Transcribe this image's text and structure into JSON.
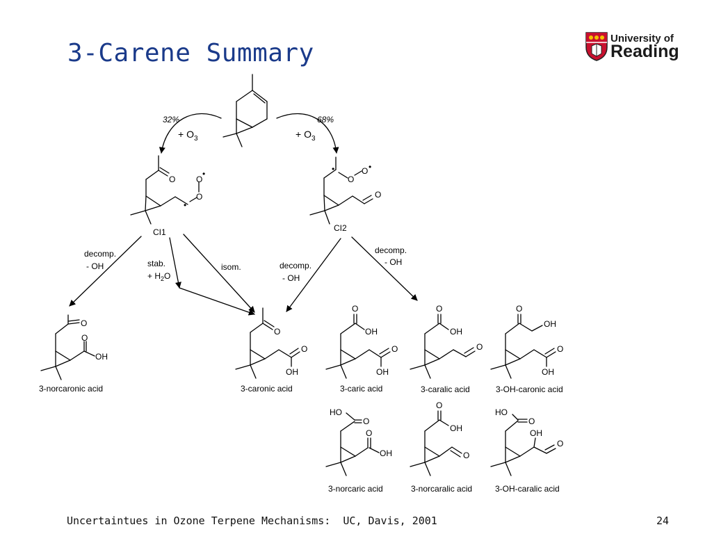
{
  "slide": {
    "title": "3-Carene Summary",
    "footer": "Uncertaintues in Ozone Terpene Mechanisms:  UC, Davis, 2001",
    "page_number": "24"
  },
  "logo": {
    "line1": "University of",
    "line2": "Reading"
  },
  "pathways": {
    "left": {
      "yield": "32%",
      "reagent": "+ O",
      "reagent_sub": "3"
    },
    "right": {
      "yield": "68%",
      "reagent": "+ O",
      "reagent_sub": "3"
    }
  },
  "intermediates": {
    "ci1": "CI1",
    "ci2": "CI2"
  },
  "arrow_labels": {
    "ci1_decomp": "decomp.",
    "ci1_decomp_loss": "- OH",
    "ci1_stab": "stab.",
    "ci1_stab_reagent": "+ H",
    "ci1_stab_sub": "2",
    "ci1_stab_tail": "O",
    "ci1_isom": "isom.",
    "ci2_decomp_a": "decomp.",
    "ci2_decomp_a_loss": "- OH",
    "ci2_decomp_b": "decomp.",
    "ci2_decomp_b_loss": "- OH"
  },
  "atoms": {
    "O": "O",
    "OH": "OH",
    "HO": "HO",
    "radical": "•"
  },
  "products": [
    {
      "id": "norcaronic",
      "name": "3-norcaronic acid"
    },
    {
      "id": "caronic",
      "name": "3-caronic acid"
    },
    {
      "id": "caric",
      "name": "3-caric acid"
    },
    {
      "id": "caralic",
      "name": "3-caralic acid"
    },
    {
      "id": "oh-caronic",
      "name": "3-OH-caronic acid"
    },
    {
      "id": "norcaric",
      "name": "3-norcaric acid"
    },
    {
      "id": "norcaralic",
      "name": "3-norcaralic acid"
    },
    {
      "id": "oh-caralic",
      "name": "3-OH-caralic acid"
    }
  ],
  "colors": {
    "title": "#1a3a8a",
    "logo_red": "#c8102e",
    "logo_gold": "#f2c200"
  }
}
